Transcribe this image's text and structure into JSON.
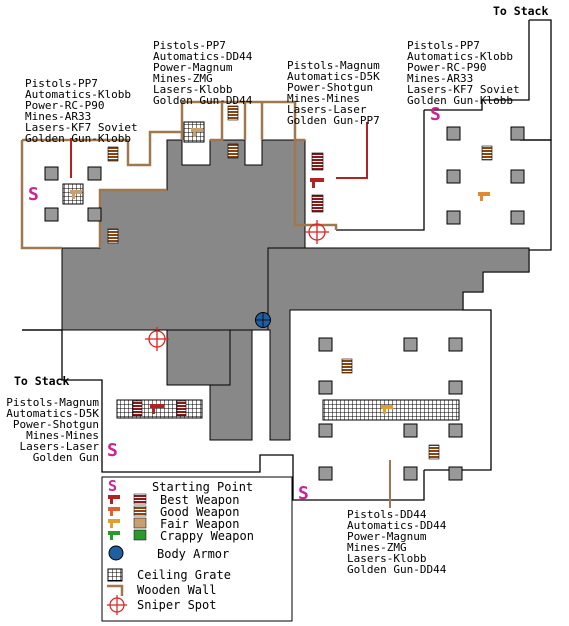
{
  "colors": {
    "floor": "#ffffff",
    "wall_outline": "#000000",
    "wall_gray": "#888888",
    "pillar": "#999999",
    "wooden_wall": "#a07850",
    "best": "#993333",
    "good": "#8b1a1a",
    "fair": "#c8a070",
    "crappy": "#2a9a2a",
    "start": "#cc2299",
    "armor": "#1f5fa0",
    "sniper": "#dd2222"
  },
  "stack_labels": {
    "top_right": "To Stack",
    "left": "To Stack"
  },
  "spawn_lists": {
    "top_left": [
      "Pistols-PP7",
      "Automatics-Klobb",
      "Power-RC-P90",
      "Mines-AR33",
      "Lasers-KF7 Soviet",
      "Golden Gun-Klobb"
    ],
    "top_mid": [
      "Pistols-PP7",
      "Automatics-DD44",
      "Power-Magnum",
      "Mines-ZMG",
      "Lasers-Klobb",
      "Golden Gun-DD44"
    ],
    "top_center": [
      "Pistols-Magnum",
      "Automatics-D5K",
      "Power-Shotgun",
      "Mines-Mines",
      "Lasers-Laser",
      "Golden Gun-PP7"
    ],
    "top_right": [
      "Pistols-PP7",
      "Automatics-Klobb",
      "Power-RC-P90",
      "Mines-AR33",
      "Lasers-KF7 Soviet",
      "Golden Gun-Klobb"
    ],
    "left_mid": [
      "Pistols-Magnum",
      "Automatics-D5K",
      "Power-Shotgun",
      "Mines-Mines",
      "Lasers-Laser",
      "Golden Gun"
    ],
    "bottom_right": [
      "Pistols-DD44",
      "Automatics-DD44",
      "Power-Magnum",
      "Mines-ZMG",
      "Lasers-Klobb",
      "Golden Gun-DD44"
    ]
  },
  "start_glyph": "S",
  "legend": {
    "items": [
      {
        "label": "Starting Point",
        "icon": "start-icon"
      },
      {
        "label": "Best Weapon",
        "icon": "best-weapon-icon"
      },
      {
        "label": "Good Weapon",
        "icon": "good-weapon-icon"
      },
      {
        "label": "Fair Weapon",
        "icon": "fair-weapon-icon"
      },
      {
        "label": "Crappy Weapon",
        "icon": "crappy-weapon-icon"
      },
      {
        "label": "Body Armor",
        "icon": "body-armor-icon"
      },
      {
        "label": "Ceiling Grate",
        "icon": "ceiling-grate-icon"
      },
      {
        "label": "Wooden Wall",
        "icon": "wooden-wall-icon"
      },
      {
        "label": "Sniper Spot",
        "icon": "sniper-spot-icon"
      }
    ]
  }
}
